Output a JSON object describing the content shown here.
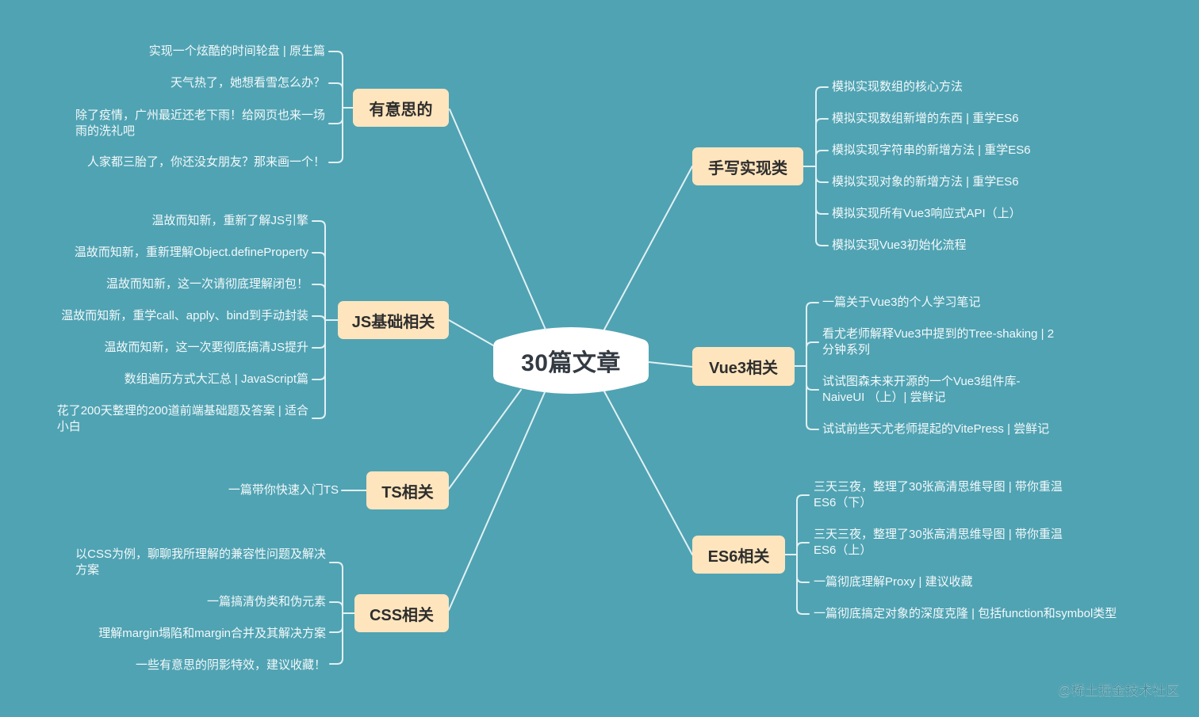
{
  "root": {
    "label": "30篇文章"
  },
  "branches": [
    {
      "label": "有意思的",
      "side": "left",
      "items": [
        {
          "lines": [
            "实现一个炫酷的时间轮盘 | 原生篇"
          ]
        },
        {
          "lines": [
            "天气热了，她想看雪怎么办？"
          ]
        },
        {
          "lines": [
            "除了疫情，广州最近还老下雨！给网页也来一场",
            "雨的洗礼吧"
          ]
        },
        {
          "lines": [
            "人家都三胎了，你还没女朋友？那来画一个！"
          ]
        }
      ]
    },
    {
      "label": "JS基础相关",
      "side": "left",
      "items": [
        {
          "lines": [
            "温故而知新，重新了解JS引擎"
          ]
        },
        {
          "lines": [
            "温故而知新，重新理解Object.defineProperty"
          ]
        },
        {
          "lines": [
            "温故而知新，这一次请彻底理解闭包！"
          ]
        },
        {
          "lines": [
            "温故而知新，重学call、apply、bind到手动封装"
          ]
        },
        {
          "lines": [
            "温故而知新，这一次要彻底搞清JS提升"
          ]
        },
        {
          "lines": [
            "数组遍历方式大汇总 | JavaScript篇"
          ]
        },
        {
          "lines": [
            "花了200天整理的200道前端基础题及答案 | 适合",
            "小白"
          ]
        }
      ]
    },
    {
      "label": "TS相关",
      "side": "left",
      "items": [
        {
          "lines": [
            "一篇带你快速入门TS"
          ]
        }
      ]
    },
    {
      "label": "CSS相关",
      "side": "left",
      "items": [
        {
          "lines": [
            "以CSS为例，聊聊我所理解的兼容性问题及解决",
            "方案"
          ]
        },
        {
          "lines": [
            "一篇搞清伪类和伪元素"
          ]
        },
        {
          "lines": [
            "理解margin塌陷和margin合并及其解决方案"
          ]
        },
        {
          "lines": [
            "一些有意思的阴影特效，建议收藏！"
          ]
        }
      ]
    },
    {
      "label": "手写实现类",
      "side": "right",
      "items": [
        {
          "lines": [
            "模拟实现数组的核心方法"
          ]
        },
        {
          "lines": [
            "模拟实现数组新增的东西 | 重学ES6"
          ]
        },
        {
          "lines": [
            "模拟实现字符串的新增方法 | 重学ES6"
          ]
        },
        {
          "lines": [
            "模拟实现对象的新增方法 | 重学ES6"
          ]
        },
        {
          "lines": [
            "模拟实现所有Vue3响应式API（上）"
          ]
        },
        {
          "lines": [
            "模拟实现Vue3初始化流程"
          ]
        }
      ]
    },
    {
      "label": "Vue3相关",
      "side": "right",
      "items": [
        {
          "lines": [
            "一篇关于Vue3的个人学习笔记"
          ]
        },
        {
          "lines": [
            "看尤老师解释Vue3中提到的Tree-shaking | 2",
            "分钟系列"
          ]
        },
        {
          "lines": [
            "试试图森未来开源的一个Vue3组件库-",
            "NaiveUI （上）| 尝鲜记"
          ]
        },
        {
          "lines": [
            "试试前些天尤老师提起的VitePress | 尝鲜记"
          ]
        }
      ]
    },
    {
      "label": "ES6相关",
      "side": "right",
      "items": [
        {
          "lines": [
            "三天三夜，整理了30张高清思维导图 | 带你重温",
            "ES6（下）"
          ]
        },
        {
          "lines": [
            "三天三夜，整理了30张高清思维导图 | 带你重温",
            "ES6（上）"
          ]
        },
        {
          "lines": [
            "一篇彻底理解Proxy | 建议收藏"
          ]
        },
        {
          "lines": [
            "一篇彻底搞定对象的深度克隆 | 包括function和symbol类型"
          ]
        }
      ]
    }
  ],
  "watermark": "@稀土掘金技术社区",
  "colors": {
    "background": "#50a3b3",
    "node_fill": "#ffe5bd",
    "root_fill": "#ffffff",
    "line": "#e2f1f4",
    "leaf_text": "#f3f9fa",
    "node_text": "#2e2e2e",
    "root_text": "#333a42"
  }
}
